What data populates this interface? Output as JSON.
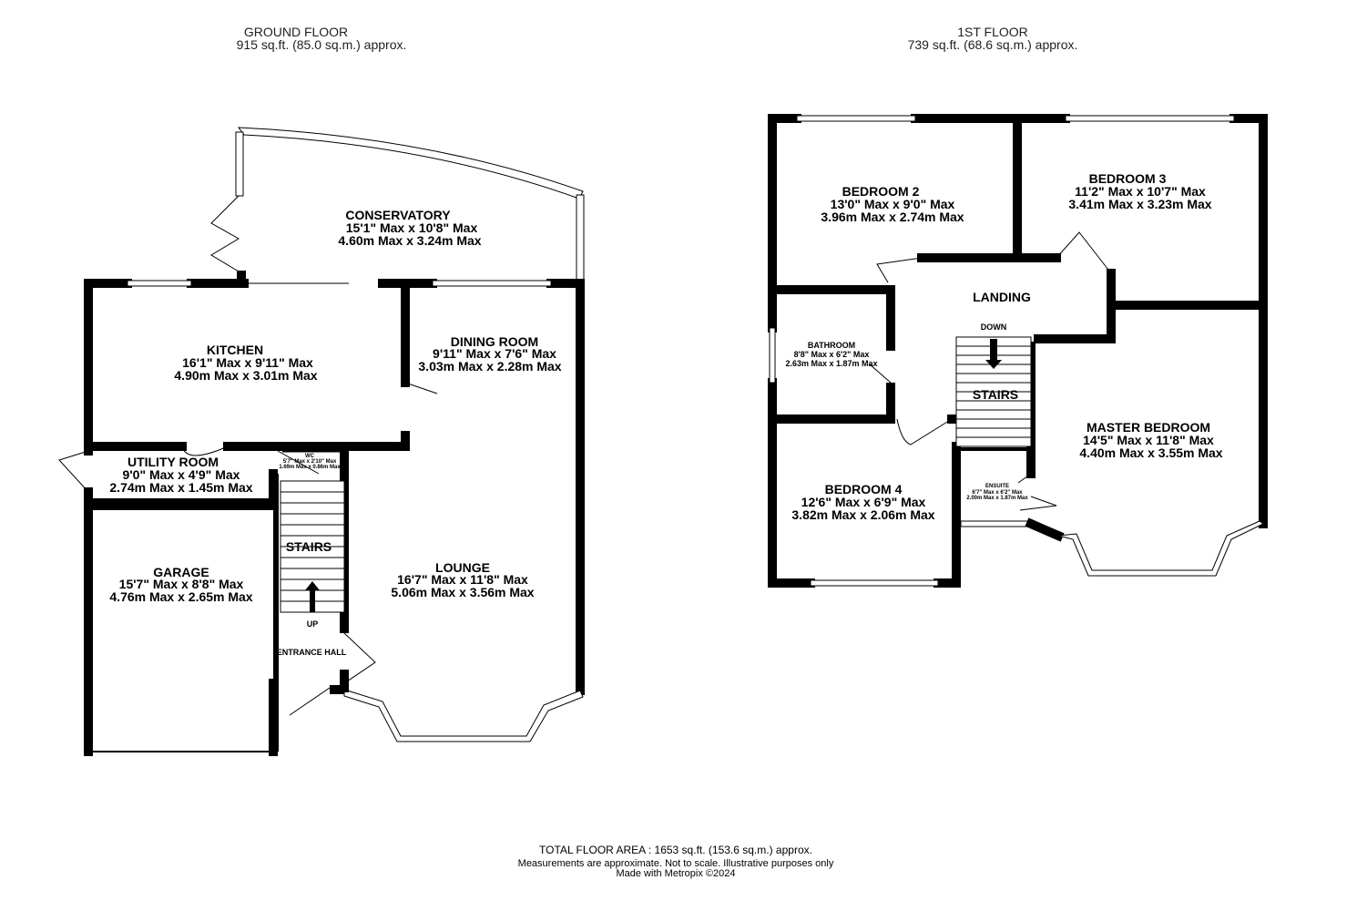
{
  "ground_floor": {
    "title": "GROUND FLOOR",
    "area": "915 sq.ft. (85.0 sq.m.) approx.",
    "rooms": [
      {
        "name": "CONSERVATORY",
        "imperial": "15'1\" Max x 10'8\" Max",
        "metric": "4.60m Max x 3.24m Max"
      },
      {
        "name": "KITCHEN",
        "imperial": "16'1\" Max x 9'11\" Max",
        "metric": "4.90m Max x 3.01m Max"
      },
      {
        "name": "DINING ROOM",
        "imperial": "9'11\" Max x 7'6\" Max",
        "metric": "3.03m Max x 2.28m Max"
      },
      {
        "name": "UTILITY ROOM",
        "imperial": "9'0\" Max x 4'9\" Max",
        "metric": "2.74m Max x 1.45m Max"
      },
      {
        "name": "WC",
        "imperial": "5'7\" Max x 2'10\" Max",
        "metric": "1.69m Max x 0.86m Max"
      },
      {
        "name": "GARAGE",
        "imperial": "15'7\" Max x 8'8\" Max",
        "metric": "4.76m Max x 2.65m Max"
      },
      {
        "name": "LOUNGE",
        "imperial": "16'7\" Max x 11'8\" Max",
        "metric": "5.06m Max x 3.56m Max"
      }
    ],
    "stairs": "STAIRS",
    "up": "UP",
    "entrance": "ENTRANCE HALL"
  },
  "first_floor": {
    "title": "1ST FLOOR",
    "area": "739 sq.ft. (68.6 sq.m.) approx.",
    "rooms": [
      {
        "name": "BEDROOM 2",
        "imperial": "13'0\" Max x 9'0\" Max",
        "metric": "3.96m Max x 2.74m Max"
      },
      {
        "name": "BEDROOM 3",
        "imperial": "11'2\" Max x 10'7\" Max",
        "metric": "3.41m Max x 3.23m Max"
      },
      {
        "name": "BATHROOM",
        "imperial": "8'8\" Max x 6'2\" Max",
        "metric": "2.63m Max x 1.87m Max"
      },
      {
        "name": "MASTER BEDROOM",
        "imperial": "14'5\" Max x 11'8\" Max",
        "metric": "4.40m Max x 3.55m Max"
      },
      {
        "name": "BEDROOM 4",
        "imperial": "12'6\" Max x 6'9\" Max",
        "metric": "3.82m Max x 2.06m Max"
      },
      {
        "name": "ENSUITE",
        "imperial": "6'7\" Max x 6'2\" Max",
        "metric": "2.00m Max x 1.87m Max"
      }
    ],
    "landing": "LANDING",
    "stairs": "STAIRS",
    "down": "DOWN"
  },
  "footer": {
    "total": "TOTAL FLOOR AREA : 1653 sq.ft. (153.6 sq.m.) approx.",
    "disclaimer": "Measurements are approximate.  Not to scale.  Illustrative purposes only",
    "credit": "Made with Metropix ©2024"
  }
}
